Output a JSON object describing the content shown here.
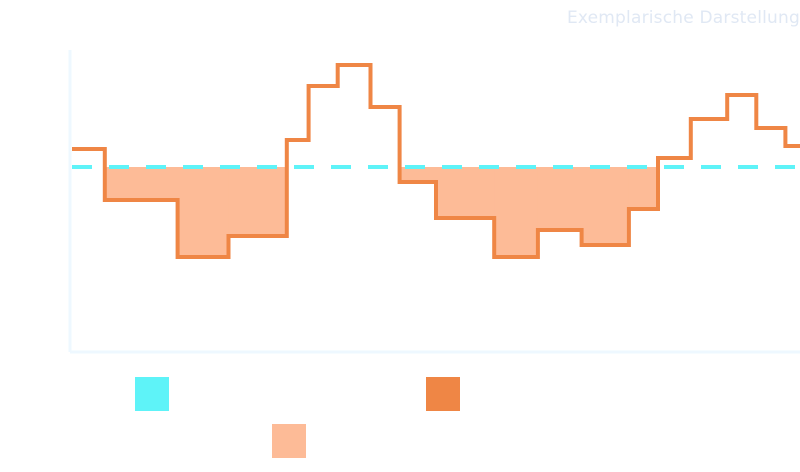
{
  "note": "Exemplarische Darstellung",
  "colors": {
    "threshold": "#5ef3f8",
    "step_line": "#ef8645",
    "fill": "#fdbb97",
    "axis": "#eef8ff"
  },
  "chart_data": {
    "type": "line",
    "title": "",
    "xlabel": "",
    "ylabel": "",
    "xlim": [
      0,
      20
    ],
    "ylim": [
      0,
      10
    ],
    "grid": false,
    "legend_placement": "bottom",
    "threshold": 6.1,
    "series": [
      {
        "style": "step",
        "segments": [
          {
            "x0": 0.0,
            "x1": 0.9,
            "y": 6.7
          },
          {
            "x0": 0.9,
            "x1": 2.9,
            "y": 5.0
          },
          {
            "x0": 2.9,
            "x1": 4.3,
            "y": 3.1
          },
          {
            "x0": 4.3,
            "x1": 5.9,
            "y": 3.8
          },
          {
            "x0": 5.9,
            "x1": 6.5,
            "y": 7.0
          },
          {
            "x0": 6.5,
            "x1": 7.3,
            "y": 8.8
          },
          {
            "x0": 7.3,
            "x1": 8.2,
            "y": 9.5
          },
          {
            "x0": 8.2,
            "x1": 9.0,
            "y": 8.1
          },
          {
            "x0": 9.0,
            "x1": 10.0,
            "y": 5.6
          },
          {
            "x0": 10.0,
            "x1": 11.6,
            "y": 4.4
          },
          {
            "x0": 11.6,
            "x1": 12.8,
            "y": 3.1
          },
          {
            "x0": 12.8,
            "x1": 14.0,
            "y": 4.0
          },
          {
            "x0": 14.0,
            "x1": 15.3,
            "y": 3.5
          },
          {
            "x0": 15.3,
            "x1": 16.1,
            "y": 4.7
          },
          {
            "x0": 16.1,
            "x1": 17.0,
            "y": 6.4
          },
          {
            "x0": 17.0,
            "x1": 18.0,
            "y": 7.7
          },
          {
            "x0": 18.0,
            "x1": 18.8,
            "y": 8.5
          },
          {
            "x0": 18.8,
            "x1": 19.6,
            "y": 7.4
          },
          {
            "x0": 19.6,
            "x1": 20.0,
            "y": 6.8
          }
        ]
      }
    ],
    "legend": [
      {
        "color": "#5ef3f8",
        "label": ""
      },
      {
        "color": "#ef8645",
        "label": ""
      },
      {
        "color": "#fdbb97",
        "label": ""
      }
    ]
  }
}
